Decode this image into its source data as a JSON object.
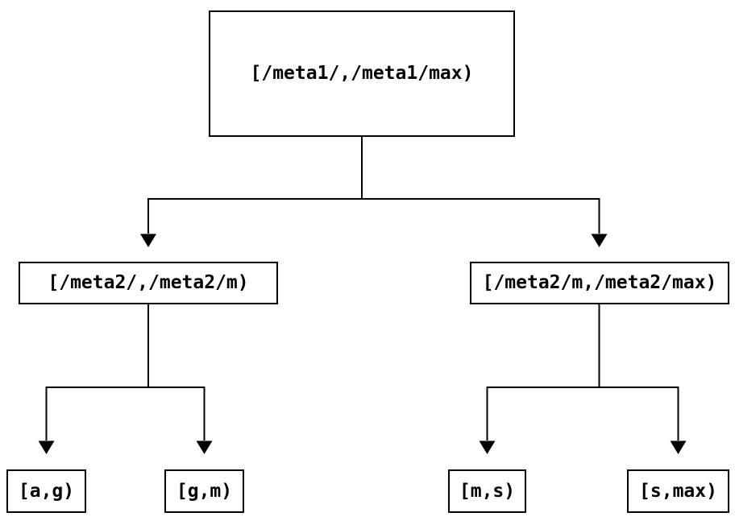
{
  "diagram": {
    "type": "tree",
    "background_color": "#ffffff",
    "stroke_color": "#000000",
    "text_color": "#000000",
    "nodes": {
      "root": {
        "label": "[/meta1/,/meta1/max)"
      },
      "mid_left": {
        "label": "[/meta2/,/meta2/m)"
      },
      "mid_right": {
        "label": "[/meta2/m,/meta2/max)"
      },
      "leaf_ag": {
        "label": "[a,g)"
      },
      "leaf_gm": {
        "label": "[g,m)"
      },
      "leaf_ms": {
        "label": "[m,s)"
      },
      "leaf_smax": {
        "label": "[s,max)"
      }
    },
    "edges": [
      {
        "from": "root",
        "to": "mid_left"
      },
      {
        "from": "root",
        "to": "mid_right"
      },
      {
        "from": "mid_left",
        "to": "leaf_ag"
      },
      {
        "from": "mid_left",
        "to": "leaf_gm"
      },
      {
        "from": "mid_right",
        "to": "leaf_ms"
      },
      {
        "from": "mid_right",
        "to": "leaf_smax"
      }
    ]
  }
}
